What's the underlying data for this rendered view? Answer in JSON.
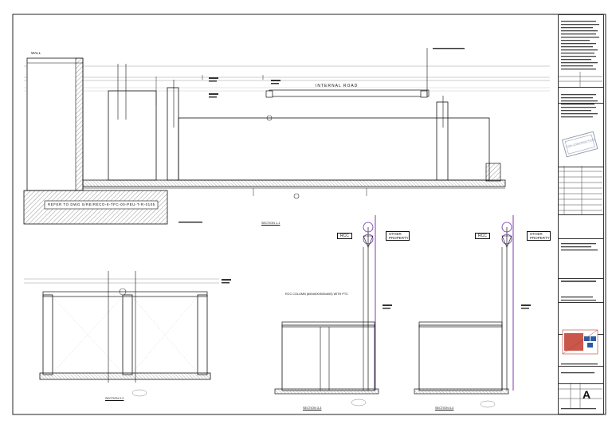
{
  "labels": {
    "wall": "WALL",
    "internal_road": "INTERNAL ROAD",
    "refer_note": "REFER TO DWG S/RE/RECO-8-TFC-00-PEU-T-R-0105",
    "rcc_left": "RCC",
    "other_property_left": "OTHER PROPERTY",
    "rcc_right": "RCC",
    "other_property_right": "OTHER PROPERTY",
    "rcc_column_note": "RCC COLUMN (600x600/600x600) WITH PTC"
  },
  "sections": {
    "section_1": "SECTION 1-1",
    "section_2": "SECTION 2-2",
    "section_3": "SECTION 3-3",
    "section_4": "SECTION 4-4"
  },
  "title_block": {
    "stamp": "FOR CONSTRUCTION",
    "revision": "A"
  },
  "colors": {
    "line": "#111111",
    "hatch": "#444444",
    "accent": "#6a2aa8",
    "logo_red": "#c0392b",
    "logo_blue": "#2c5aa0"
  }
}
